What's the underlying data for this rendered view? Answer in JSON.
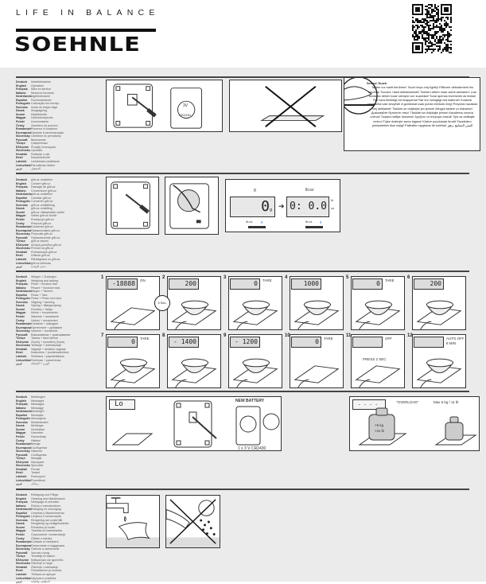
{
  "header": {
    "tagline": "LIFE IN BALANCE",
    "brand": "SOEHNLE"
  },
  "languages": [
    "Deutsch",
    "English",
    "Français",
    "Italiano",
    "Nederlands",
    "Español",
    "Português",
    "Svenska",
    "Dansk",
    "Suomi",
    "Magyar",
    "Polski",
    "Česky",
    "Românește",
    "Български",
    "Slovensky",
    "Русский",
    "Türkçe",
    "Ελληνικά",
    "Slovensko",
    "Hrvatski",
    "Eesti",
    "Latviski",
    "Lietuviškai",
    "عربي"
  ],
  "sections": [
    {
      "titles": [
        "Inbetriebnahme",
        "Operation",
        "Mise en service",
        "Messa in funzione",
        "Ingebruikname",
        "Funcionamiento",
        "Colocação em serviço",
        "Innan du börjar väga",
        "Ibrugtagning",
        "Käyttöönotto",
        "Üzembehelyezés",
        "Uruchomienie",
        "Zavedení do provozu",
        "Punerea în funcțiune",
        "Пускане в експлоатация",
        "Uvedenie do prevádzky",
        "Включение",
        "Çalıştırılması",
        "Έναρξη λειτουργίας",
        "Uporaba",
        "Puštanje u rad",
        "Kasutuselevõtt",
        "Lietošanas uzsākšana",
        "Paruošimas darbui",
        "التشغيل"
      ]
    },
    {
      "titles": [
        "g/lb:oz umstellen",
        "Convert g/lb:oz",
        "Passage de g/lb:oz",
        "Conversione g/lb:oz",
        "g/lb:oz omstellen",
        "Cambiar g/lb:oz",
        "Converter g/lb:oz",
        "g/lb:oz omställning",
        "g/lb:oz omstilling",
        "g/lb:oz mittayksikön vaihto",
        "Váltás g/lb:oz között",
        "Przełączyć g/lb:oz",
        "Přepnutí g/lb:oz",
        "Conversie g/lb:oz",
        "Превключване g/lb:oz",
        "Prepnutie g/lb:oz",
        "Переключение g/lb:oz",
        "g/lb:oz seçimi",
        "Αλλαγή μονάδας g/lb:oz",
        "Prehod na g/lb:oz",
        "Prebacivanje g/lb:oz",
        "Ühikute g/lb:oz",
        "Pārslēgšana uz g/lb:oz",
        "g/lb:oz keitimas",
        "تبديل الوحدة"
      ]
    },
    {
      "titles": [
        "Wiegen + Zuwiegen",
        "Weighing and adding",
        "Peser + fonction tare",
        "Pesare + funzione tara",
        "Wegen + Tareren",
        "Pesar + Tara",
        "Pesar + Pesar com tara",
        "Vägning + tarering",
        "Vejning + tillægsvejning",
        "Punnitus + lisäys",
        "Mérés + hozzámérés",
        "Ważenie + doważanie",
        "Vážení + dovažování",
        "Cântărire + adăugare",
        "Претегляне + добавяне",
        "Váženie + dováženie",
        "Взвешивание + довешивание",
        "Tartma + ilave tartma",
        "Ζύγιση + πρόσθετη ζύγιση",
        "Tehtanje + dotehtavanje",
        "Vaganje + dodatno vaganje",
        "Kaalumine + juurdekaalumine",
        "Svēršana + papildināšana",
        "Svėrimas + pasvėrimas",
        "الوزن + الإضافة"
      ]
    },
    {
      "titles": [
        "Meldungen",
        "Messages",
        "Messages",
        "Messaggi",
        "Meldingen",
        "Mensajes",
        "Mensagens",
        "Meddelanden",
        "Meldinger",
        "Ilmoitukset",
        "Üzenetek",
        "Komunikaty",
        "Hlášení",
        "Mesaje",
        "Съобщения",
        "Hlásenia",
        "Сообщения",
        "Mesajlar",
        "Μηνύματα",
        "Sporočila",
        "Poruke",
        "Teated",
        "Paziņojumi",
        "Pranešimai",
        "رسائل"
      ]
    },
    {
      "titles": [
        "Reinigung und Pflege",
        "Cleaning and Maintenance",
        "Nettoyage et entretien",
        "Pulizia e manutenzione",
        "Reiniging en verzorging",
        "Limpieza y Mantenimiento",
        "Limpeza e conservação",
        "Rengöring och underhåll",
        "Rengøring og vedligeholdelse",
        "Puhdistus ja huolto",
        "Tisztítás és karbantartás",
        "Czyszczenie i konserwacja",
        "Čištění a údržba",
        "Curățare și întreținere",
        "Почистване и поддръжка",
        "Čistenie a ošetrovanie",
        "Чистка и уход",
        "Temizliği ve bakımı",
        "Καθαρισμός και φροντίδα",
        "Čiščenje in nega",
        "Čišćenje i održavanje",
        "Puhastamine ja hooldus",
        "Tīrīšana un apkope",
        "Valymas ir priežiūra",
        "التنظيف والعناية"
      ]
    }
  ],
  "operation": {
    "battery": {
      "voltage": "3V",
      "type": "CR2430"
    },
    "sensor_title": "Sensor-Touch",
    "sensor_text": "Tasten nur sanft berühren! Touch keys only lightly! Effleurer délicatement les touches! Toccare i tasti delicatamente! Toetsen alleen maar zacht aanraken! ¡Las teclas se deben tocar siempre con suavidad! Tocar apenas levemente as teclas! Rör bara försiktigt vid knapparna! Rør kun forsigtigt ved tasterne! Kosketa painikkeita vain kevyesti! A gombokat csak puhán érintsük meg! Przyciski naciskać lżej delikatnie! Tlačítek se dotýkejte jen jemně! Atingeți tastele cu blândețe! Докосвайте бутоните леко! Tlačidiel sa dotýkajte jemne! Касайтесь кнопок слегка! Tuşlara hafifçe dokunun! Αγγίζετε τα πλήκτρα απαλά! Tipk se dotikajte nežno! Tipke dodirujte samo lagano! Klahve puudutada õrnalt! Taustiņiem pieskarieties tikai maigi! Paliestite mygtukus tik švelniai! المس المفاتيح برفق"
  },
  "convert": {
    "from_label": "g",
    "to_label": "lb:oz",
    "from_value": "0",
    "from_unit": "g",
    "to_value": "0: 0.0",
    "to_unit_top": "lb",
    "to_unit_bottom": "oz",
    "switch_left": "lb:oz",
    "switch_right": "g"
  },
  "steps": [
    {
      "num": "1",
      "display": "-18888",
      "label": "ON",
      "timer": "3 Sec."
    },
    {
      "num": "2",
      "display": "200",
      "label": ""
    },
    {
      "num": "3",
      "display": "0",
      "label": "TARE"
    },
    {
      "num": "4",
      "display": "1000",
      "label": ""
    },
    {
      "num": "5",
      "display": "0",
      "label": "TARE"
    },
    {
      "num": "6",
      "display": "200",
      "label": ""
    },
    {
      "num": "7",
      "display": "0",
      "label": "TARE"
    },
    {
      "num": "8",
      "display": "- 1400",
      "label": ""
    },
    {
      "num": "9",
      "display": "- 1200",
      "label": ""
    },
    {
      "num": "10",
      "display": "0",
      "label": "TARE"
    },
    {
      "num": "11",
      "display": "",
      "label": "OFF",
      "note": "PRESS 2 SEC."
    },
    {
      "num": "12",
      "display": "",
      "label": "AUTO OFF 8 MIN."
    }
  ],
  "messages": {
    "low_display": "Lo",
    "new_battery": "NEW BATTERY",
    "battery_spec": "1 x 3 V CR2430",
    "overload_display": "- - - -",
    "overload_label": "\"OVERLOAD\"",
    "max_label": "Max 5 kg / 11 lb",
    "weight_label_1": ">5 kg",
    "weight_label_2": ">11 lb"
  }
}
